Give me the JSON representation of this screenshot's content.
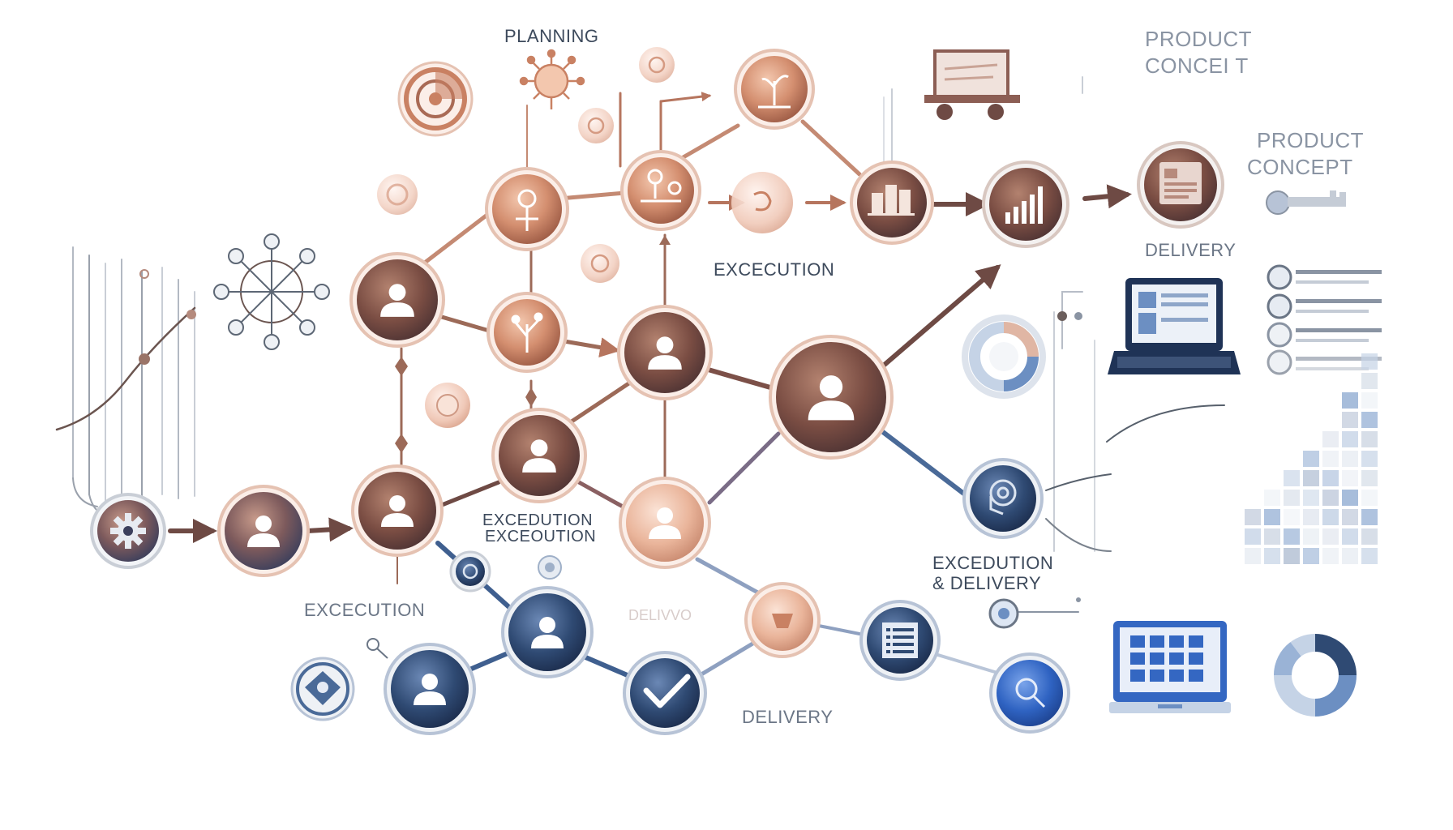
{
  "labels": {
    "planning": "PLANNING",
    "execution_top": "EXCECUTION",
    "execution_mid_1": "EXCEDUTION",
    "execution_mid_2": "EXCEOUTION",
    "execution_left": "EXCECUTION",
    "exec_delivery_1": "EXCEDUTION",
    "exec_delivery_2": "& DELIVERY",
    "delivery_right": "DELIVERY",
    "delivery_bottom": "DELIVERY",
    "delivery_faded": "DELIVVO",
    "product_concept_top_1": "PRODUCT",
    "product_concept_top_2": "CONCEI T",
    "product_concept_mid_1": "PRODUCT",
    "product_concept_mid_2": "CONCEPT"
  },
  "colors": {
    "copper": "#c98163",
    "copper_dark": "#8c5443",
    "navy": "#2f4a73",
    "navy_dark": "#1f3356",
    "blue_bright": "#2f63c2",
    "line": "#9a6a5a",
    "line_blue": "#4a6a98",
    "text": "#3d4a5c"
  },
  "icons": {
    "gear": "gear-icon",
    "person": "person-icon",
    "tree": "tree-icon",
    "checkmark": "checkmark-icon",
    "bar_chart": "bar-chart-icon",
    "document": "document-icon",
    "laptop": "laptop-icon",
    "donut": "donut-chart-icon",
    "key": "key-icon",
    "network": "network-icon"
  }
}
